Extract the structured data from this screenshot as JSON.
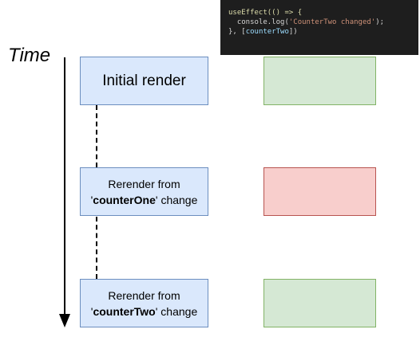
{
  "code_snippet": {
    "line1": "useEffect(() => {",
    "line2_prefix": "  console.log(",
    "line2_string": "'CounterTwo changed'",
    "line2_suffix": ");",
    "line3_prefix": "}, [",
    "line3_dep": "counterTwo",
    "line3_suffix": "])"
  },
  "time_label": "Time",
  "steps": [
    {
      "label": "Initial render",
      "result_color": "green"
    },
    {
      "label_line1": "Rerender from",
      "label_quote_open": "'",
      "label_bold": "counterOne",
      "label_rest": "' change",
      "result_color": "red"
    },
    {
      "label_line1": "Rerender from",
      "label_quote_open": "'",
      "label_bold": "counterTwo",
      "label_rest": "' change",
      "result_color": "green"
    }
  ],
  "colors": {
    "green_fill": "#d5e8d4",
    "green_stroke": "#82b366",
    "red_fill": "#f8cecc",
    "red_stroke": "#b85450",
    "blue_fill": "#dae8fc",
    "blue_stroke": "#6c8ebf"
  }
}
